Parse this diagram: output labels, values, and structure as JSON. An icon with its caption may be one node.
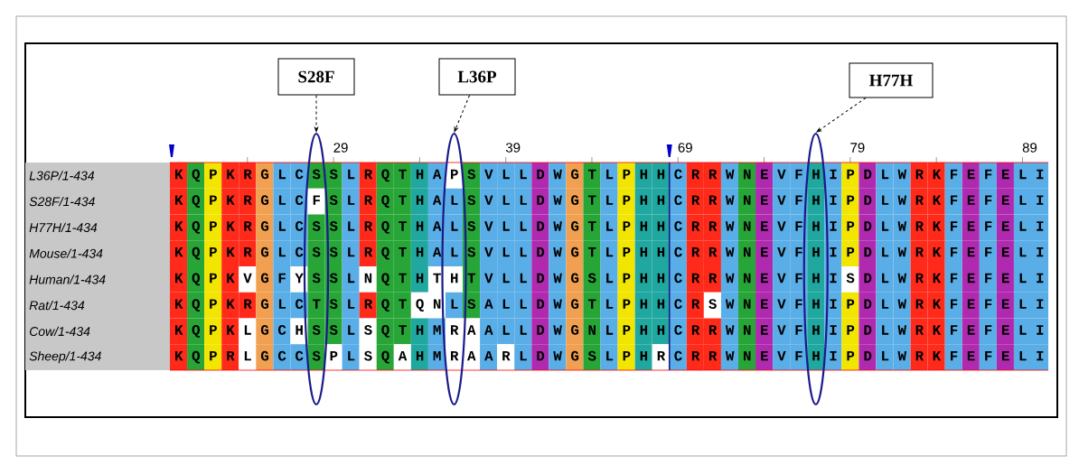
{
  "diagram": {
    "nodes": [
      {
        "text": [
          "S28F"
        ]
      },
      {
        "text": [
          "L36P"
        ]
      },
      {
        "text": [
          "H77H"
        ]
      },
      {
        "text": [],
        "shape": "ellipse"
      },
      {
        "text": [],
        "shape": "ellipse"
      },
      {
        "text": [],
        "shape": "ellipse"
      }
    ],
    "edges": [
      {
        "from": 0,
        "to": 3,
        "arrow": "to",
        "style": "dashed"
      },
      {
        "from": 1,
        "to": 4,
        "arrow": "to",
        "style": "dashed"
      },
      {
        "from": 2,
        "to": 5,
        "arrow": "to",
        "style": "dashed"
      }
    ],
    "labels": [
      "29",
      "39",
      "69",
      "79",
      "89",
      "L36P/1-434",
      "K Q P K R G L C S S L R Q T H A P S V L L D W G T L P H H C R R W N E V F H I P D L W R K F E F E L I",
      "S28F/1-434",
      "K Q P K R G L C F S L R Q T H A L S V L L D W G T L P H H C R R W N E V F H I P D L W R K F E F E L I",
      "H77H/1-434",
      "K Q P K R G L C S S L R Q T H A L S V L L D W G T L P H H C R R W N E V F H I P D L W R K F E F E L I",
      "Mouse/1-434",
      "K Q P K R G L C S S L R Q T H A L S V L L D W G T L P H H C R R W N E V F H I P D L W R K F E F E L I",
      "Human/1-434",
      "K Q P K V G F Y S S L N Q T H T H T V L L D W G S L P H H C R R W N E V F H I S D L W R K F E F E L I",
      "Rat/1-434",
      "K Q P K R G L C T S L R Q T Q N L S A L L D W G T L P H H C R S W N E V F H I P D L W R K F E F E L I",
      "Cow/1-434",
      "K Q P K L G C H S S L S Q T H M R A A L L D W G N L P H H C R R W N E V F H I P D L W R K F E F E L I",
      "Sheep/1-434",
      "K Q P R L G C C S P L S Q A H M R A A R L D W G S L P H R C R R W N E V F H I P D L W R K F E F E L I"
    ]
  }
}
